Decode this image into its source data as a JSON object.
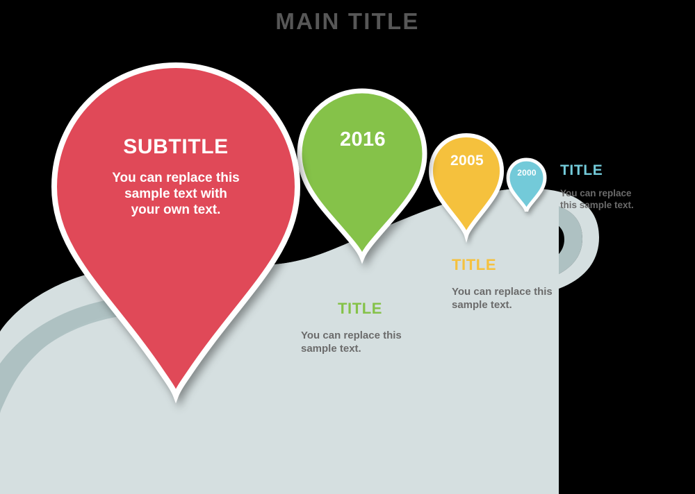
{
  "header": {
    "main_title": "MAIN TITLE",
    "main_title_color": "#575757"
  },
  "palette": {
    "background": "#000000",
    "red": "#E04A59",
    "green": "#85C249",
    "yellow": "#F5C13E",
    "cyan": "#73CAD9",
    "road_top": "#D5DFE0",
    "road_edge": "#AFC2C2",
    "pin_outline": "#FFFFFF",
    "body_text": "#6B6B6B"
  },
  "pins": [
    {
      "id": "pin-red",
      "color": "#E04A59",
      "subtitle": "SUBTITLE",
      "body": "You can replace this sample text with your own text.",
      "body_lines": [
        "You can replace this",
        "sample text with",
        "your own text."
      ]
    },
    {
      "id": "pin-green",
      "color": "#85C249",
      "subtitle": "2016"
    },
    {
      "id": "pin-yellow",
      "color": "#F5C13E",
      "subtitle": "2005"
    },
    {
      "id": "pin-cyan",
      "color": "#73CAD9",
      "subtitle": "2000"
    }
  ],
  "labels": [
    {
      "id": "label-green",
      "title": "TITLE",
      "color": "#85C249",
      "body_lines": [
        "You can replace this",
        "sample text."
      ]
    },
    {
      "id": "label-yellow",
      "title": "TITLE",
      "color": "#F5C13E",
      "body_lines": [
        "You can replace this",
        "sample text."
      ]
    },
    {
      "id": "label-cyan",
      "title": "TITLE",
      "color": "#73CAD9",
      "body_lines": [
        "You can replace",
        "this sample text."
      ]
    }
  ]
}
